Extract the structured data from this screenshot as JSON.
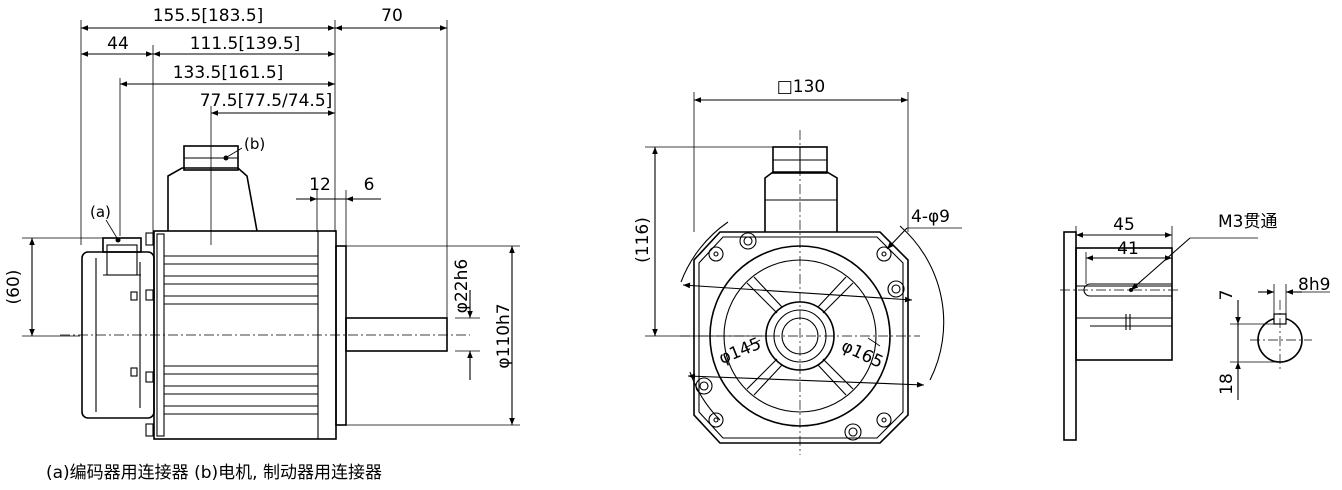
{
  "side_view": {
    "dims": {
      "total_length": "155.5[183.5]",
      "shaft_length": "70",
      "rear_offset": "44",
      "body_length": "111.5[139.5]",
      "connector_a_offset": "133.5[161.5]",
      "connector_b_offset": "77.5[77.5/74.5]",
      "flange_thickness": "12",
      "pilot_length": "6",
      "encoder_height": "(60)",
      "shaft_diameter": "φ22h6",
      "pilot_diameter": "φ110h7"
    },
    "callouts": {
      "encoder_connector": "(a)",
      "power_brake_connector": "(b)"
    }
  },
  "front_view": {
    "dims": {
      "flange_square": "□130",
      "connector_height": "(116)",
      "mounting_holes": "4-φ9",
      "pitch_circle": "φ145",
      "outer_circle": "φ165"
    }
  },
  "shaft_detail": {
    "dims": {
      "key_length_outer": "45",
      "key_length_inner": "41",
      "tap_thread": "M3贯通",
      "key_width": "8h9",
      "key_depth": "7",
      "shaft_height": "18"
    }
  },
  "caption": "(a)编码器用连接器 (b)电机, 制动器用连接器"
}
